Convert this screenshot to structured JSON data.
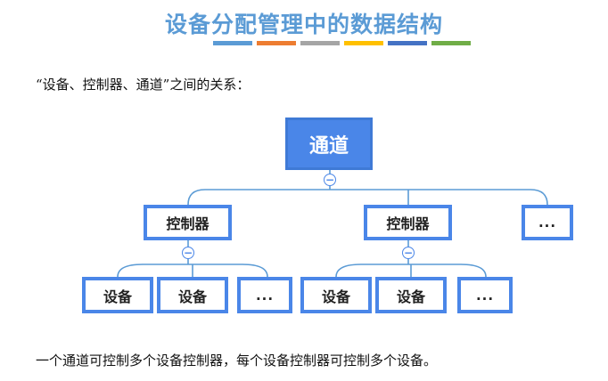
{
  "title": "设备分配管理中的数据结构",
  "title_bar_colors": [
    "#5b9bd5",
    "#ed7d31",
    "#a5a5a5",
    "#ffc000",
    "#4472c4",
    "#70ad47"
  ],
  "intro": "“设备、控制器、通道”之间的关系：",
  "tree": {
    "root": "通道",
    "controllers": [
      "控制器",
      "控制器"
    ],
    "controller_more": "...",
    "devices_left": [
      "设备",
      "设备",
      "..."
    ],
    "devices_right": [
      "设备",
      "设备",
      "..."
    ],
    "collapse_symbol": "−"
  },
  "footer": "一个通道可控制多个设备控制器，每个设备控制器可控制多个设备。",
  "colors": {
    "accent": "#4a86e8",
    "line": "#5b9bd5"
  }
}
